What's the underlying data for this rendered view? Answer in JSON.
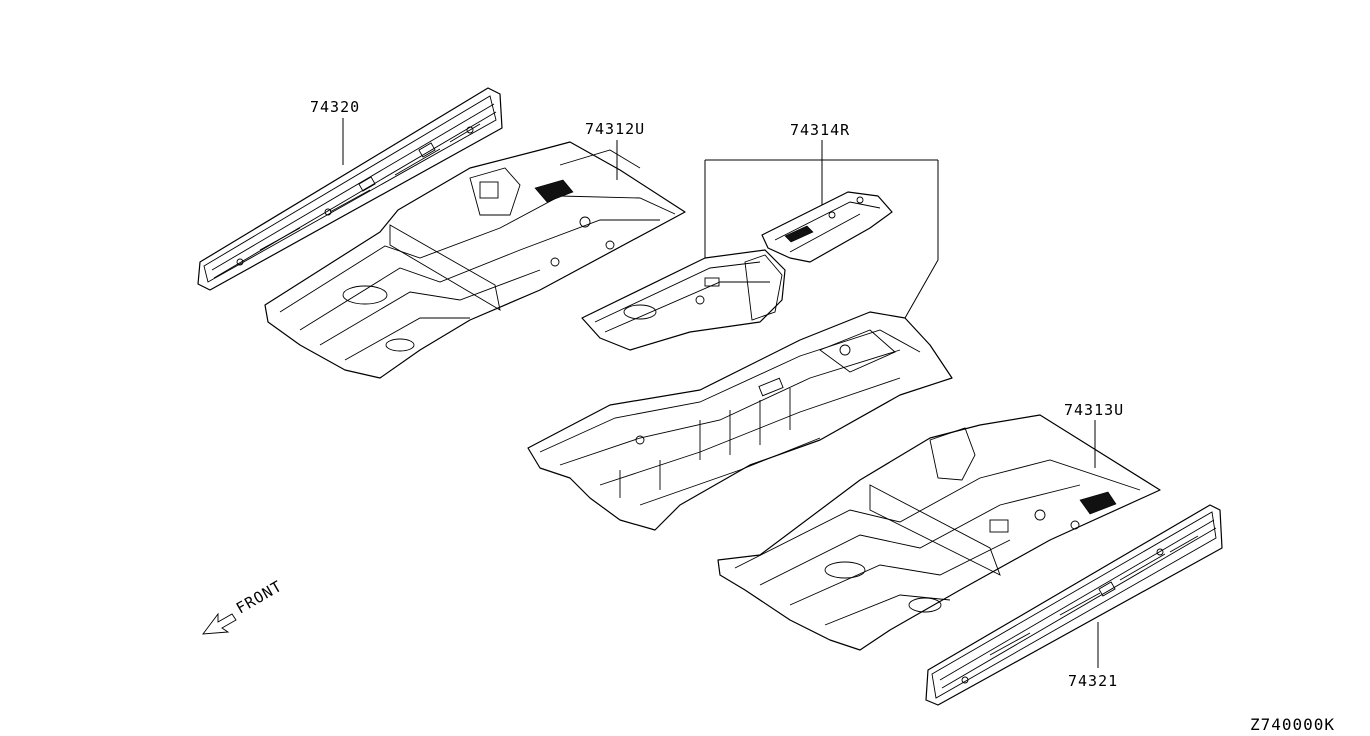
{
  "diagram": {
    "labels": {
      "p74320": "74320",
      "p74312U": "74312U",
      "p74314R": "74314R",
      "p74313U": "74313U",
      "p74321": "74321"
    },
    "front_label": "FRONT",
    "diagram_code": "Z740000K"
  }
}
